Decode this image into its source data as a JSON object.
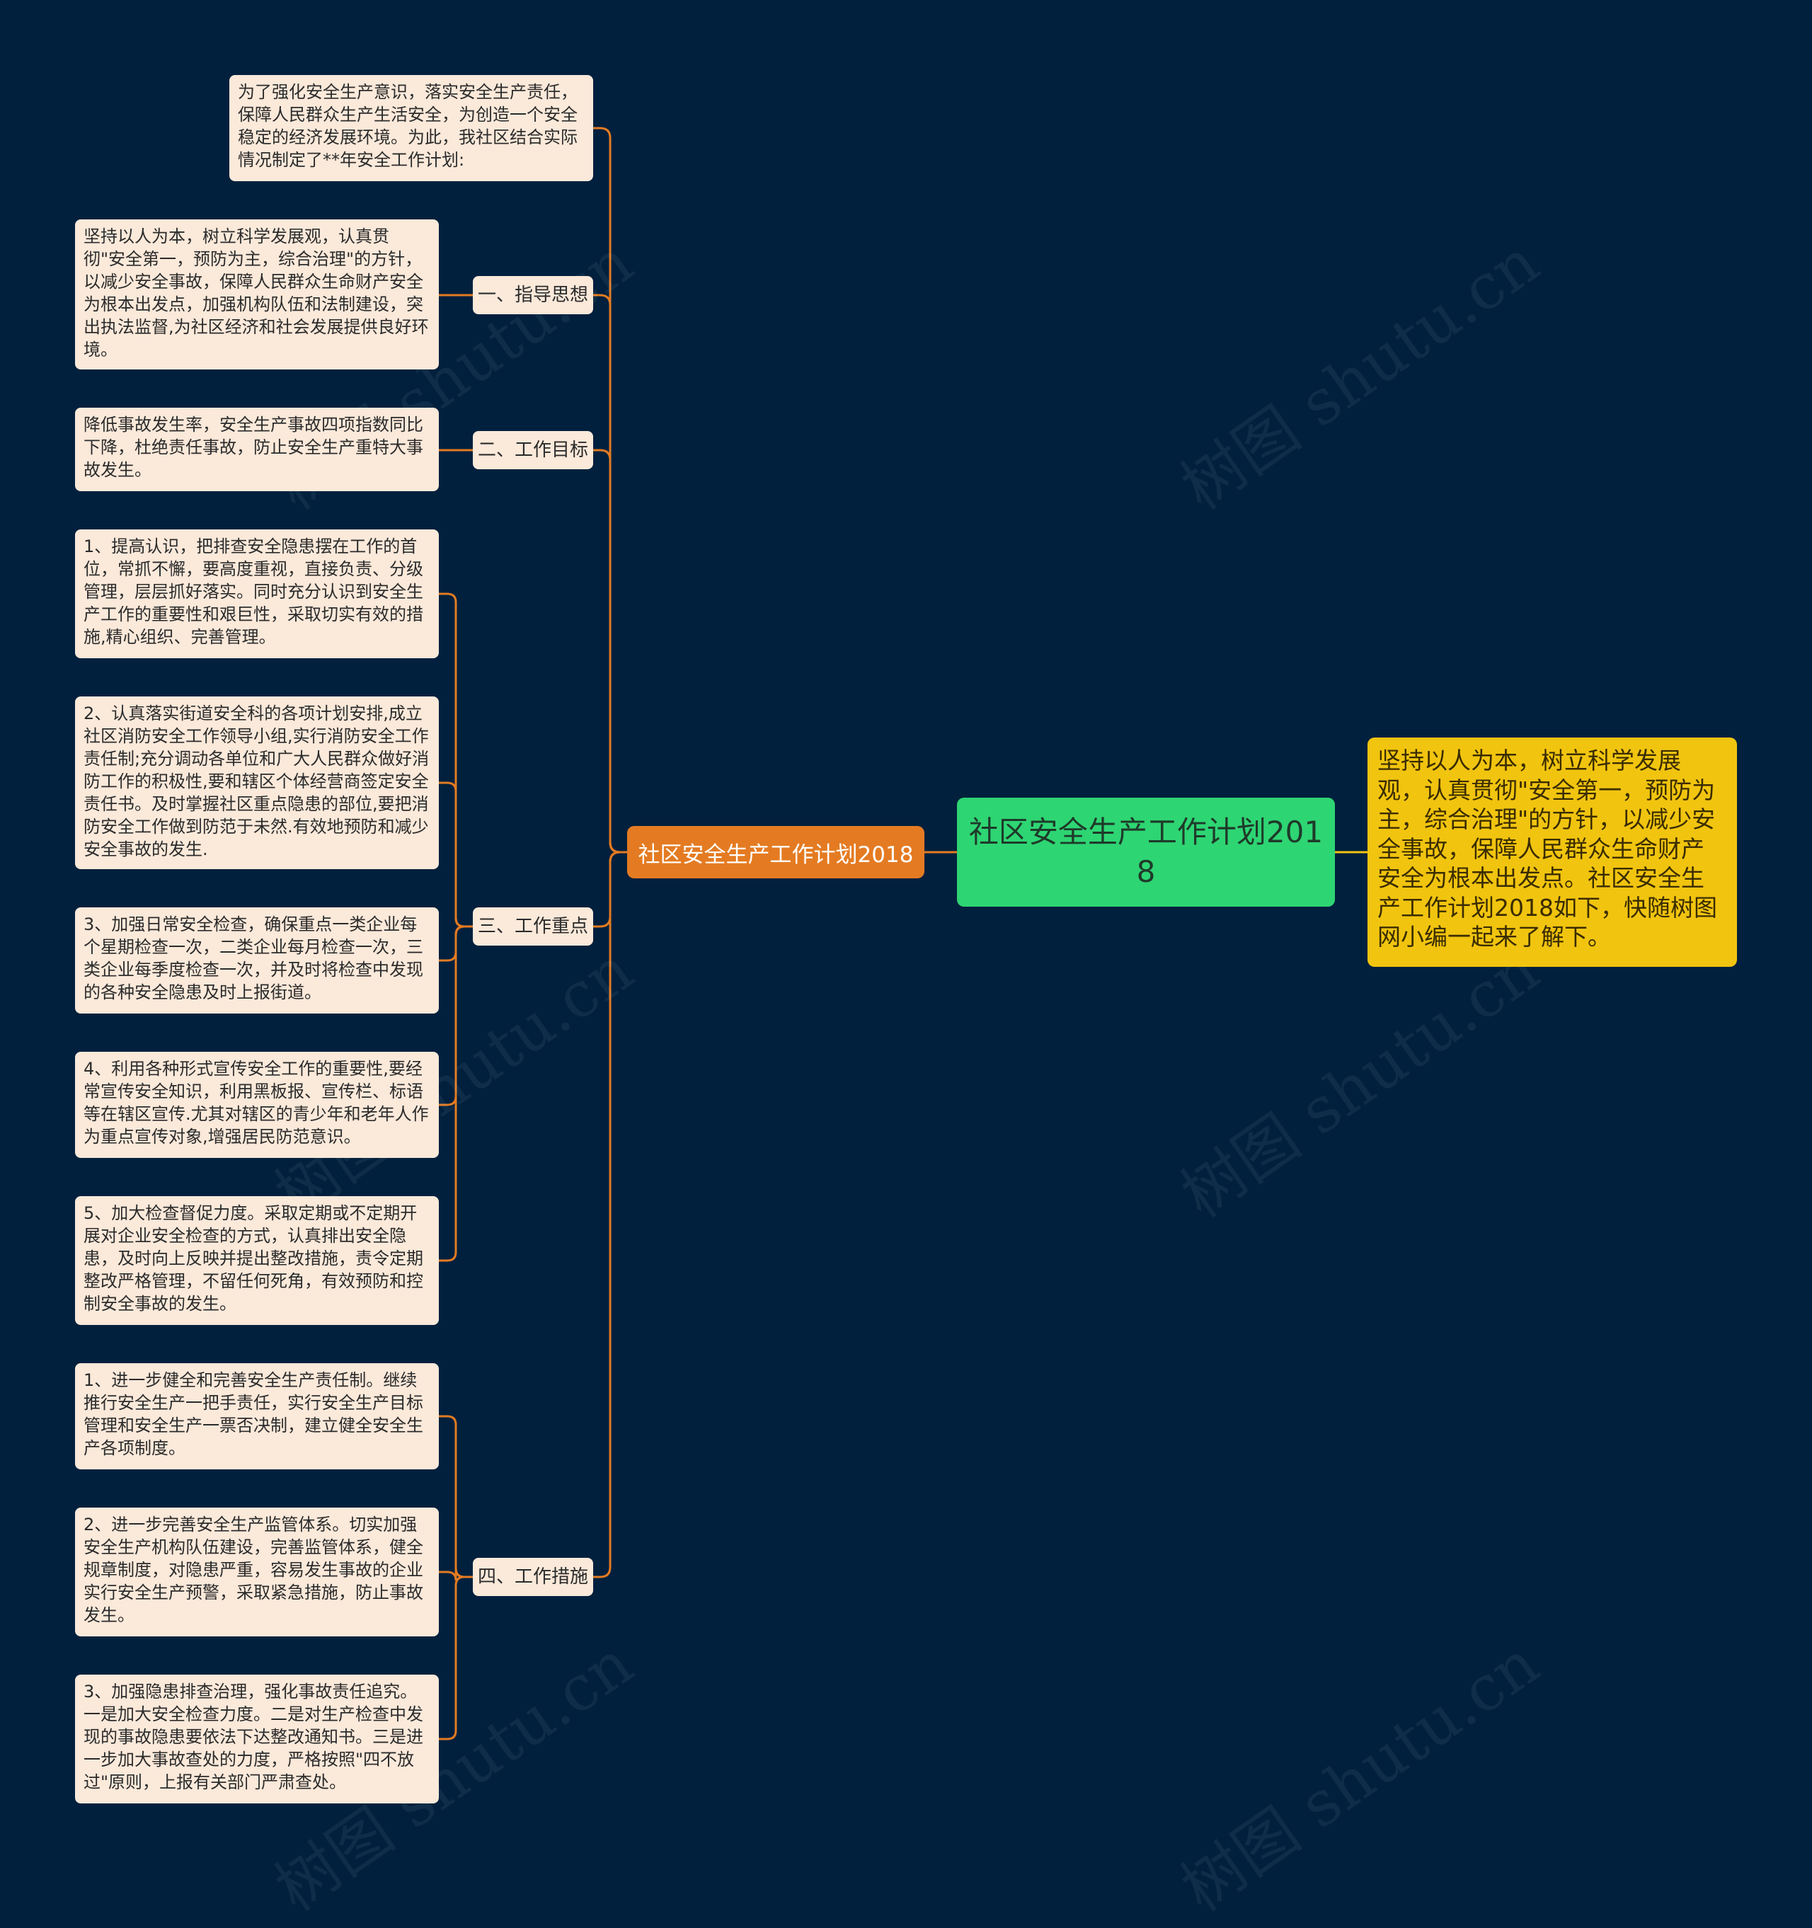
{
  "root": {
    "title": "社区安全生产工作计划2018"
  },
  "summary": {
    "text": "坚持以人为本，树立科学发展观，认真贯彻\"安全第一，预防为主，综合治理\"的方针，以减少安全事故，保障人民群众生命财产安全为根本出发点。社区安全生产工作计划2018如下，快随树图网小编一起来了解下。"
  },
  "branch": {
    "title": "社区安全生产工作计划2018"
  },
  "intro": {
    "text": "为了强化安全生产意识，落实安全生产责任，保障人民群众生产生活安全，为创造一个安全稳定的经济发展环境。为此，我社区结合实际情况制定了**年安全工作计划:"
  },
  "sections": [
    {
      "title": "一、指导思想",
      "items": [
        "坚持以人为本，树立科学发展观，认真贯彻\"安全第一，预防为主，综合治理\"的方针，以减少安全事故，保障人民群众生命财产安全为根本出发点，加强机构队伍和法制建设，突出执法监督,为社区经济和社会发展提供良好环境。"
      ]
    },
    {
      "title": "二、工作目标",
      "items": [
        "降低事故发生率，安全生产事故四项指数同比下降，杜绝责任事故，防止安全生产重特大事故发生。"
      ]
    },
    {
      "title": "三、工作重点",
      "items": [
        "1、提高认识，把排查安全隐患摆在工作的首位，常抓不懈，要高度重视，直接负责、分级管理，层层抓好落实。同时充分认识到安全生产工作的重要性和艰巨性，采取切实有效的措施,精心组织、完善管理。",
        "2、认真落实街道安全科的各项计划安排,成立社区消防安全工作领导小组,实行消防安全工作责任制;充分调动各单位和广大人民群众做好消防工作的积极性,要和辖区个体经营商签定安全责任书。及时掌握社区重点隐患的部位,要把消防安全工作做到防范于未然.有效地预防和减少安全事故的发生.",
        "3、加强日常安全检查，确保重点一类企业每个星期检查一次，二类企业每月检查一次，三类企业每季度检查一次，并及时将检查中发现的各种安全隐患及时上报街道。",
        "4、利用各种形式宣传安全工作的重要性,要经常宣传安全知识，利用黑板报、宣传栏、标语等在辖区宣传.尤其对辖区的青少年和老年人作为重点宣传对象,增强居民防范意识。",
        "5、加大检查督促力度。采取定期或不定期开展对企业安全检查的方式，认真排出安全隐患，及时向上反映并提出整改措施，责令定期整改严格管理，不留任何死角，有效预防和控制安全事故的发生。"
      ]
    },
    {
      "title": "四、工作措施",
      "items": [
        "1、进一步健全和完善安全生产责任制。继续推行安全生产一把手责任，实行安全生产目标管理和安全生产一票否决制，建立健全安全生产各项制度。",
        "2、进一步完善安全生产监管体系。切实加强安全生产机构队伍建设，完善监管体系，健全规章制度，对隐患严重，容易发生事故的企业实行安全生产预警，采取紧急措施，防止事故发生。",
        "3、加强隐患排查治理，强化事故责任追究。一是加大安全检查力度。二是对生产检查中发现的事故隐患要依法下达整改通知书。三是进一步加大事故查处的力度，严格按照\"四不放过\"原则，上报有关部门严肃查处。"
      ]
    }
  ],
  "watermark": {
    "text": "树图 shutu.cn"
  },
  "colors": {
    "background": "#01203d",
    "root": "#2ed573",
    "summary": "#f1c40f",
    "branch": "#e47b22",
    "node": "#fbe9da",
    "connector": "#e47b22"
  }
}
